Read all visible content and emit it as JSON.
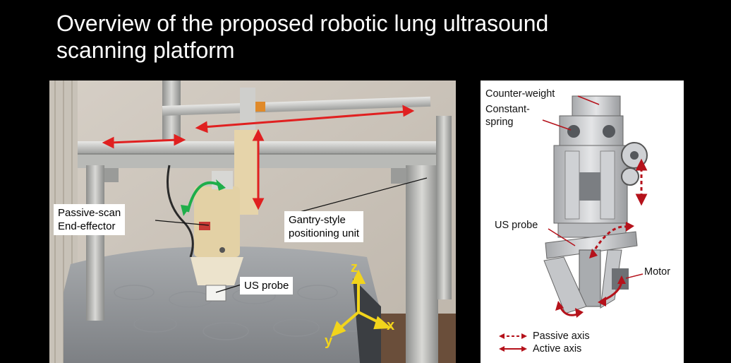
{
  "slide": {
    "title_line1": "Overview of the proposed robotic lung ultrasound",
    "title_line2": "scanning platform"
  },
  "photo": {
    "passive_scan_line1": "Passive-scan",
    "passive_scan_line2": "End-effector",
    "gantry_line1": "Gantry-style",
    "gantry_line2": "positioning unit",
    "us_probe": "US probe",
    "axis_z": "z",
    "axis_x": "x",
    "axis_y": "y"
  },
  "cad": {
    "counter_weight": "Counter-weight",
    "constant_spring_line1": "Constant-",
    "constant_spring_line2": "spring",
    "us_probe": "US probe",
    "motor": "Motor",
    "legend_passive": "Passive axis",
    "legend_active": "Active axis"
  },
  "colors": {
    "arrow_red": "#e02020",
    "arrow_green": "#1fae4a",
    "axis_yellow": "#f2d41c",
    "cad_red": "#b5121b"
  }
}
